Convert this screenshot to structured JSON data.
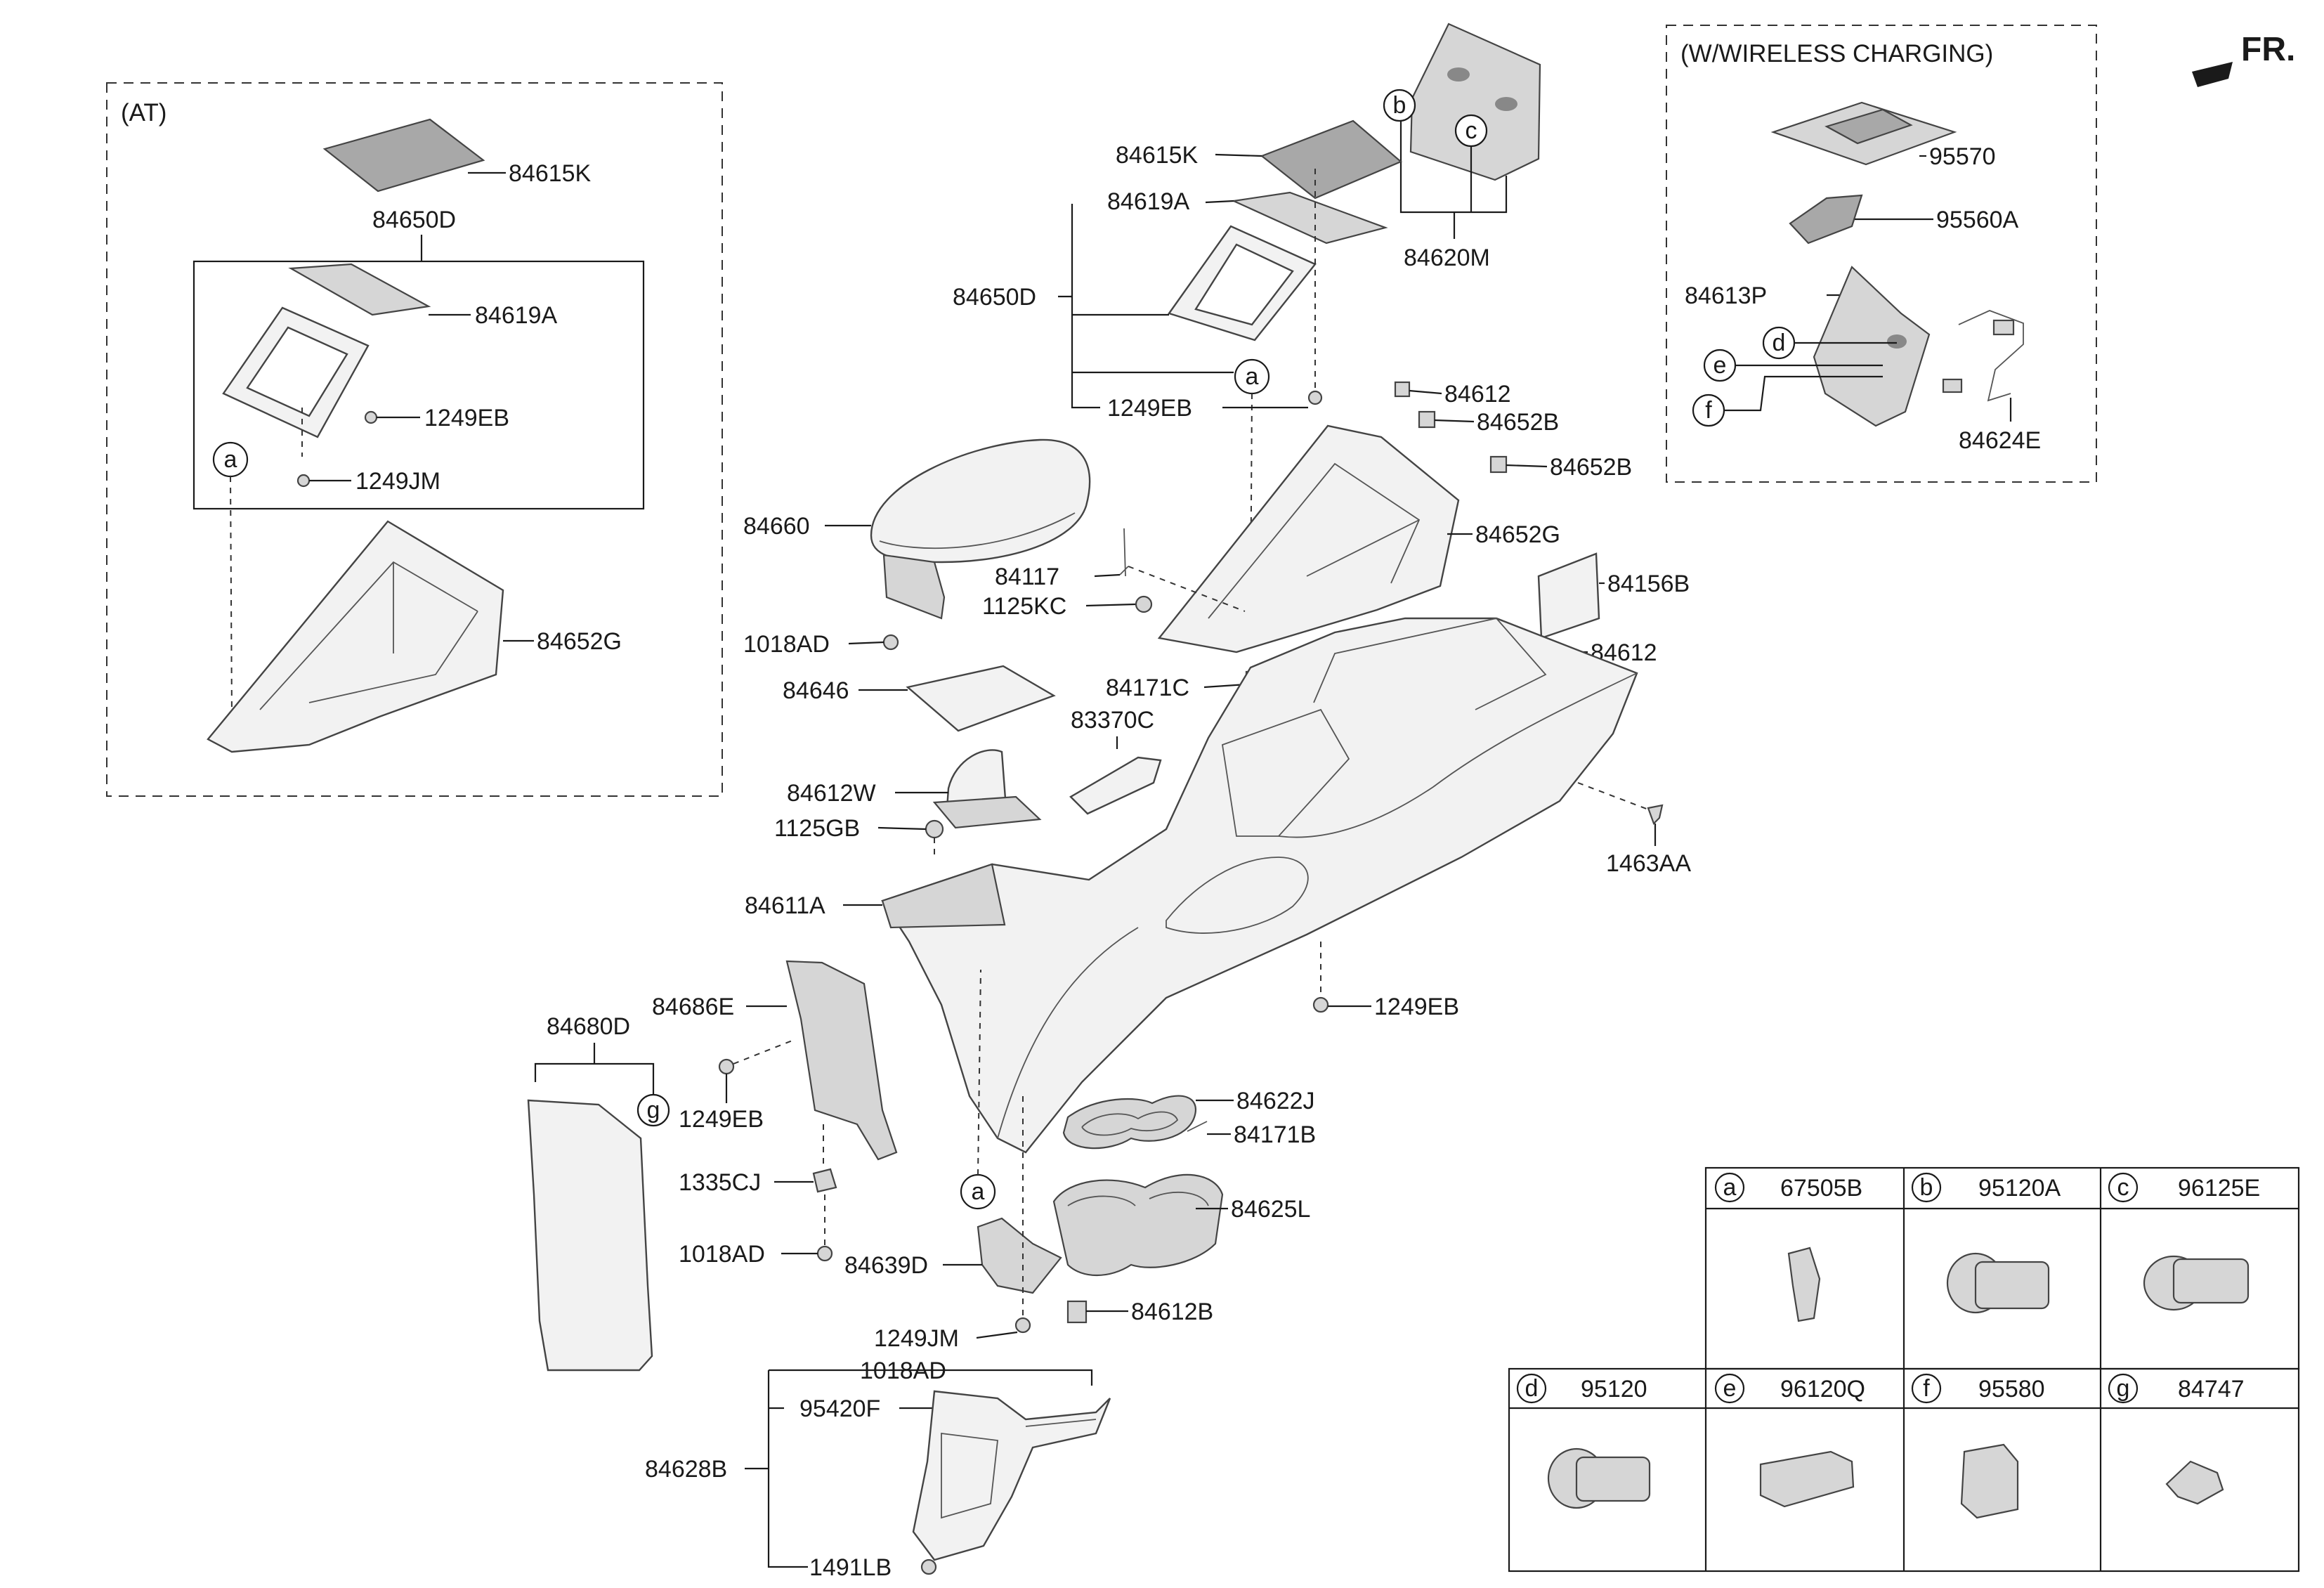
{
  "boxes": {
    "at": "(AT)",
    "wireless": "(W/WIRELESS CHARGING)"
  },
  "front": "FR.",
  "labels": {
    "at_84615k": "84615K",
    "at_84650d": "84650D",
    "at_84619a": "84619A",
    "at_1249eb": "1249EB",
    "at_1249jm": "1249JM",
    "at_84652g": "84652G",
    "p84615k": "84615K",
    "p84619a": "84619A",
    "p84650d": "84650D",
    "p1249eb_top": "1249EB",
    "p84620m": "84620M",
    "p84612_top": "84612",
    "p84652b_1": "84652B",
    "p84652b_2": "84652B",
    "p84652g": "84652G",
    "p84156b": "84156B",
    "p84612_mid": "84612",
    "p84660": "84660",
    "p84117": "84117",
    "p1125kc": "1125KC",
    "p1018ad_top": "1018AD",
    "p84646": "84646",
    "p84171c": "84171C",
    "p83370c": "83370C",
    "p84612w": "84612W",
    "p1125gb": "1125GB",
    "p84611a": "84611A",
    "p1463aa": "1463AA",
    "p1249eb_mid": "1249EB",
    "p84686e": "84686E",
    "p84680d": "84680D",
    "p1249eb_low": "1249EB",
    "p84622j": "84622J",
    "p84171b": "84171B",
    "p1335cj": "1335CJ",
    "p84625l": "84625L",
    "p1018ad_low": "1018AD",
    "p84639d": "84639D",
    "p84612b": "84612B",
    "p1249jm": "1249JM",
    "p1018ad_bot": "1018AD",
    "p95420f": "95420F",
    "p84628b": "84628B",
    "p1491lb": "1491LB",
    "w95570": "95570",
    "w95560a": "95560A",
    "w84613p": "84613P",
    "w84624e": "84624E"
  },
  "callouts": {
    "a_at": "a",
    "a_top": "a",
    "a_low": "a",
    "b": "b",
    "c": "c",
    "d": "d",
    "e": "e",
    "f": "f",
    "g": "g"
  },
  "legend": {
    "row1": [
      {
        "letter": "a",
        "part": "67505B"
      },
      {
        "letter": "b",
        "part": "95120A"
      },
      {
        "letter": "c",
        "part": "96125E"
      }
    ],
    "row2": [
      {
        "letter": "d",
        "part": "95120"
      },
      {
        "letter": "e",
        "part": "96120Q"
      },
      {
        "letter": "f",
        "part": "95580"
      },
      {
        "letter": "g",
        "part": "84747"
      }
    ]
  }
}
